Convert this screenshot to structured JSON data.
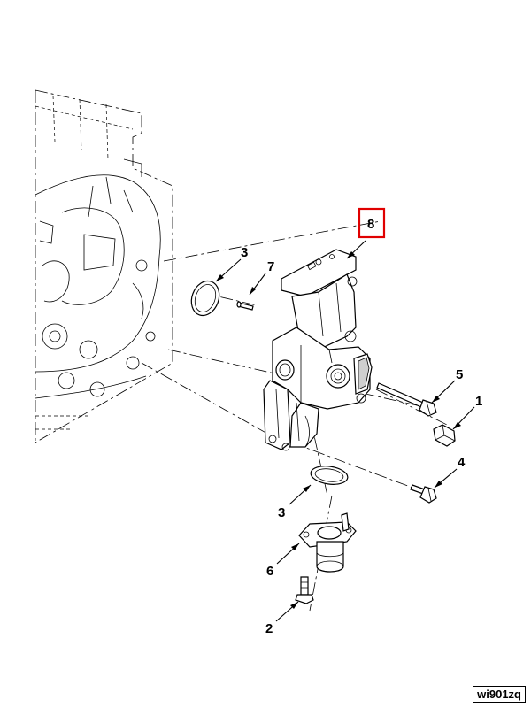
{
  "diagram": {
    "callouts": [
      {
        "id": "callout-1",
        "label": "1"
      },
      {
        "id": "callout-2",
        "label": "2"
      },
      {
        "id": "callout-3-top",
        "label": "3"
      },
      {
        "id": "callout-3-bottom",
        "label": "3"
      },
      {
        "id": "callout-4",
        "label": "4"
      },
      {
        "id": "callout-5",
        "label": "5"
      },
      {
        "id": "callout-6",
        "label": "6"
      },
      {
        "id": "callout-7",
        "label": "7"
      },
      {
        "id": "callout-8",
        "label": "8"
      }
    ],
    "highlight_color": "#e00000",
    "reference_code": "wi901zq"
  }
}
